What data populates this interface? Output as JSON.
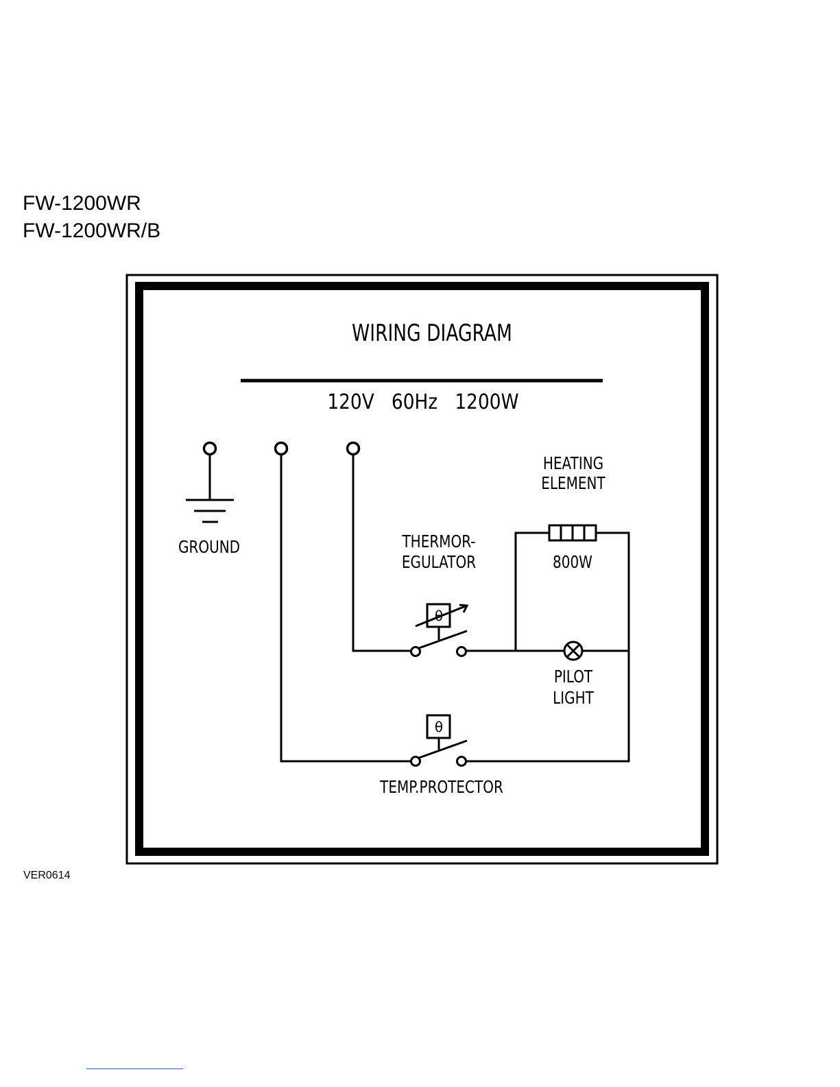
{
  "models": [
    "FW-1200WR",
    "FW-1200WR/B"
  ],
  "version": "VER0614",
  "diagram": {
    "title": "WIRING DIAGRAM",
    "rating": "120V   60Hz   1200W",
    "labels": {
      "ground": "GROUND",
      "heating_element_1": "HEATING",
      "heating_element_2": "ELEMENT",
      "heating_power": "800W",
      "thermoregulator_1": "THERMOR-",
      "thermoregulator_2": "EGULATOR",
      "pilot_1": "PILOT",
      "pilot_2": "LIGHT",
      "temp_protector": "TEMP.PROTECTOR",
      "thermo_symbol": "θ"
    }
  }
}
